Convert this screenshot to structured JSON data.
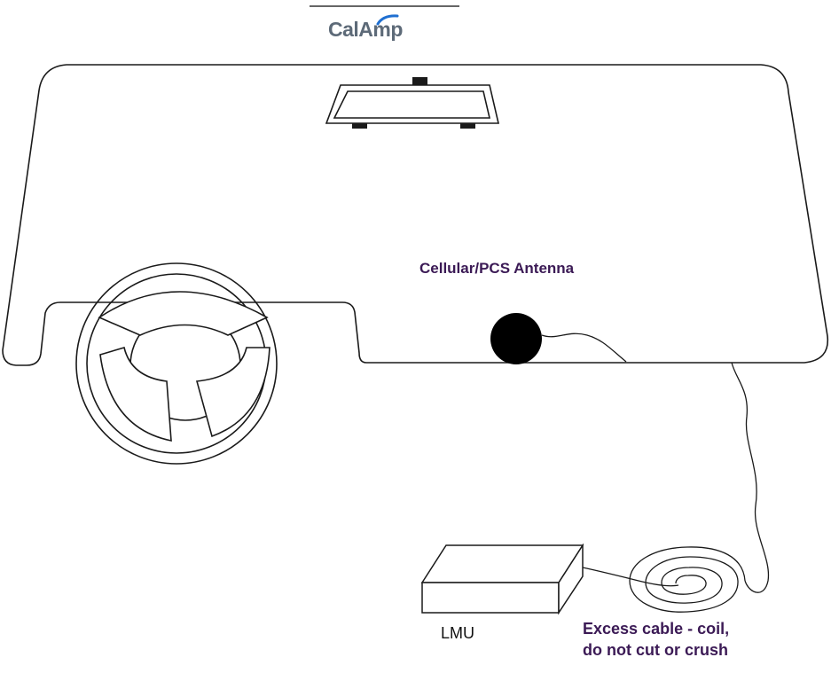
{
  "logo": {
    "text": "CalAmp",
    "brand_color": "#5d6a78",
    "accent_color": "#1f6fd1"
  },
  "labels": {
    "antenna": "Cellular/PCS Antenna",
    "lmu": "LMU",
    "cable_line1": "Excess cable - coil,",
    "cable_line2": "do not cut or crush"
  },
  "colors": {
    "label_text": "#3b1a55",
    "line": "#1a1a1a",
    "antenna_fill": "#000000"
  }
}
